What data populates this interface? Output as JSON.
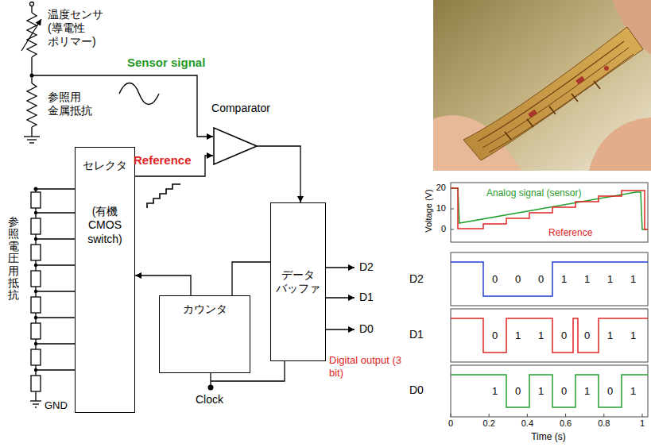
{
  "diagram": {
    "nodes": [
      {
        "text": [
          "Comparator"
        ]
      },
      {
        "text": [
          "セレクタ",
          "(有機 CMOS switch)"
        ]
      },
      {
        "text": [
          "データ バッファ"
        ]
      },
      {
        "text": [
          "カウンタ"
        ]
      }
    ],
    "edges": [
      {
        "from": 1,
        "to": 0,
        "arrow": "to"
      },
      {
        "from": 0,
        "to": 2,
        "arrow": "to"
      },
      {
        "from": 3,
        "to": 1,
        "arrow": "to"
      },
      {
        "from": 3,
        "to": 2,
        "arrow": "none"
      }
    ],
    "labels": [
      "温度センサ (導電性 ポリマー)",
      "参照用 金属抵抗",
      "Sensor signal",
      "Reference",
      "参照電圧用抵抗",
      "GND",
      "Clock",
      "D2",
      "D1",
      "D0",
      "Digital output (3 bit)",
      "Voltage (V)",
      "20",
      "10",
      "0",
      "Analog signal (sensor)",
      "Reference",
      "D2",
      "0",
      "0",
      "0",
      "1",
      "1",
      "1",
      "1",
      "D1",
      "0",
      "1",
      "1",
      "0",
      "0",
      "1",
      "1",
      "D0",
      "1",
      "0",
      "1",
      "0",
      "1",
      "0",
      "1",
      "0",
      "0.2",
      "0.4",
      "0.6",
      "0.8",
      "1",
      "Time (s)"
    ]
  }
}
